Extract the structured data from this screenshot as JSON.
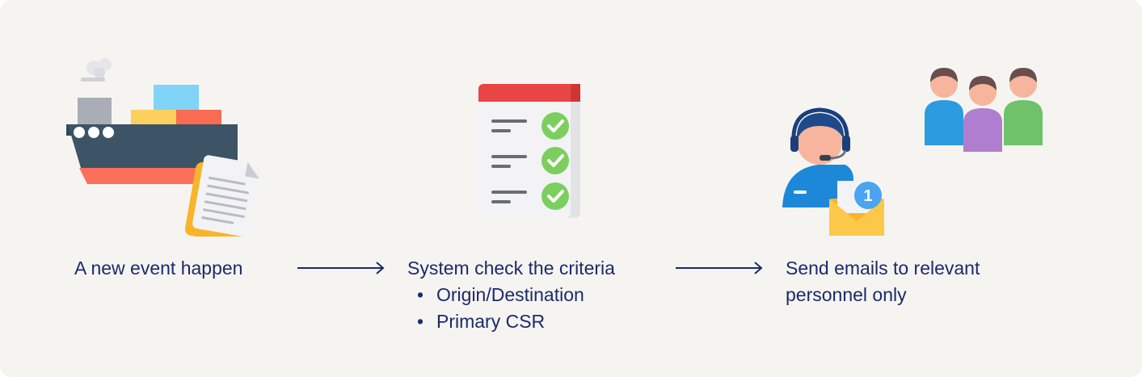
{
  "steps": [
    {
      "label": "A new event happen",
      "icon": "cargo-ship-with-document-icon"
    },
    {
      "label": "System check the criteria",
      "bullets": [
        "Origin/Destination",
        "Primary CSR"
      ],
      "icon": "checklist-icon"
    },
    {
      "label_lines": [
        "Send emails to relevant",
        "personnel only"
      ],
      "icon": "support-agent-email-icon",
      "badge": "1",
      "group_icon": "people-group-icon"
    }
  ],
  "colors": {
    "background": "#f6f4f1",
    "text": "#1a2a6c",
    "arrow": "#1a2a6c",
    "check_green": "#7ccf5e",
    "clipboard_red": "#e84545"
  }
}
